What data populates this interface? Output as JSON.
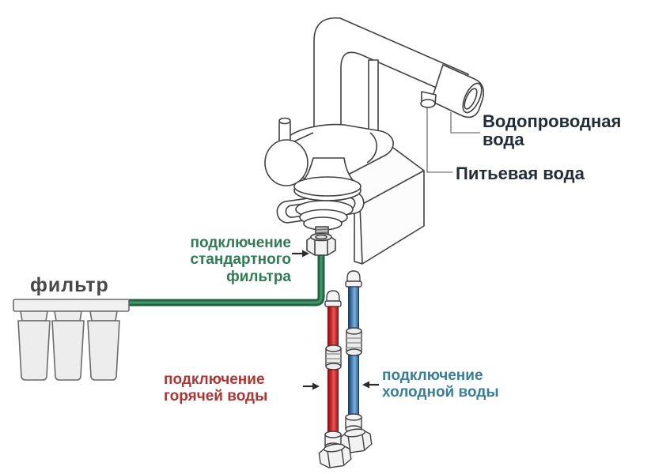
{
  "diagram": {
    "title_hint": "faucet-with-filter-connection-scheme",
    "labels": {
      "tap_water": "Водопроводная вода",
      "drinking_water": "Питьевая вода",
      "filter": "фильтр",
      "filter_connection": "подключение стандартного фильтра",
      "hot_water_connection": "подключение горячей воды",
      "cold_water_connection": "подключение холодной воды"
    },
    "colors": {
      "label_dark": "#232c39",
      "label_green": "#2e7d52",
      "label_red": "#b23431",
      "label_blue": "#357f9d",
      "filter_label": "#484848",
      "line_art": "#414141",
      "leader": "#8b8b8b",
      "arrow": "#2b2b2b",
      "tube_green": "#1f6240",
      "tube_green_light": "#3f9364",
      "hose_red": "#d6252b",
      "hose_red_dark": "#7a1013",
      "hose_blue": "#4585bb",
      "hose_blue_dark": "#1d3a5f",
      "fitting_fill": "#ececec",
      "filter_fill": "#ededed",
      "filter_stroke": "#6b6b6b"
    }
  }
}
